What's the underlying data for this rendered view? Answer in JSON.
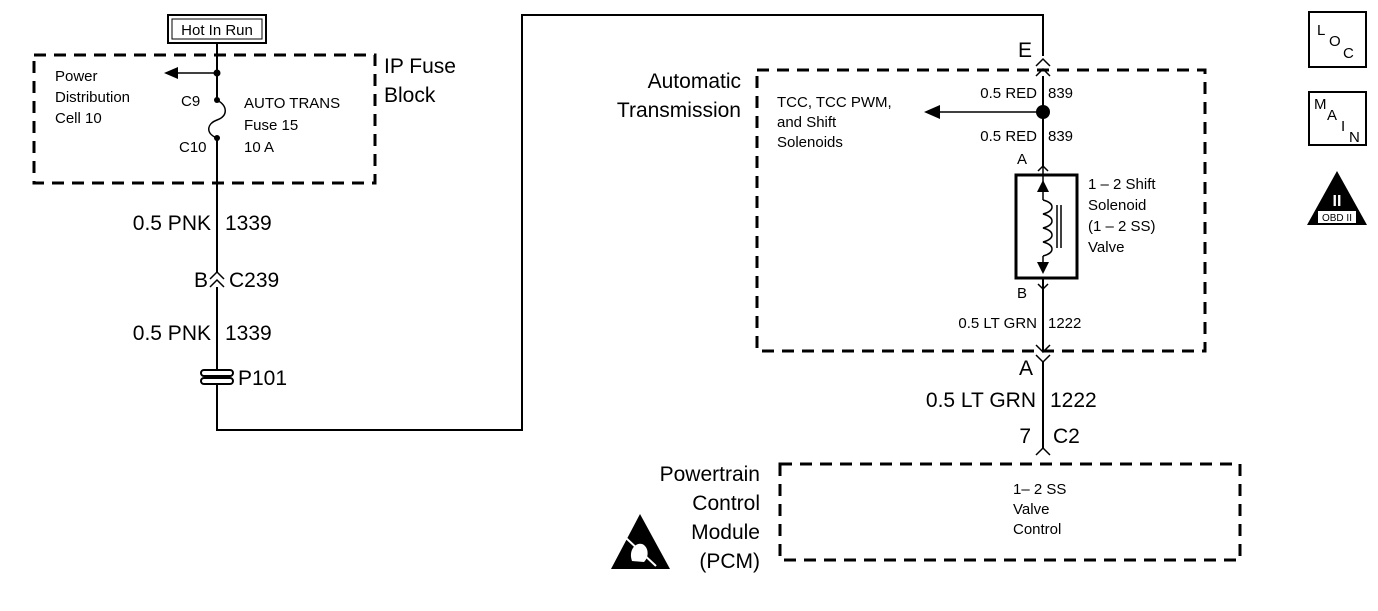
{
  "power_source": {
    "label": "Hot In Run"
  },
  "fuse_block": {
    "title_line1": "IP Fuse",
    "title_line2": "Block",
    "power_distribution": [
      "Power",
      "Distribution",
      "Cell 10"
    ],
    "pin_in": "C9",
    "pin_out": "C10",
    "fuse_label": [
      "AUTO TRANS",
      "Fuse 15",
      "10 A"
    ]
  },
  "left_circuit": {
    "wire1": {
      "gauge_color": "0.5 PNK",
      "circuit": "1339"
    },
    "connector": {
      "pin": "B",
      "id": "C239"
    },
    "wire2": {
      "gauge_color": "0.5 PNK",
      "circuit": "1339"
    },
    "passthrough": "P101"
  },
  "transmission": {
    "title_line1": "Automatic",
    "title_line2": "Transmission",
    "entry_pin": "E",
    "splice_feed": [
      "TCC, TCC PWM,",
      "and Shift",
      "Solenoids"
    ],
    "wire_in": {
      "gauge_color": "0.5 RED",
      "circuit": "839"
    },
    "wire_out": {
      "gauge_color": "0.5 RED",
      "circuit": "839"
    },
    "solenoid_pin_a": "A",
    "solenoid_label": [
      "1 – 2 Shift",
      "Solenoid",
      "(1 – 2 SS)",
      "Valve"
    ],
    "solenoid_pin_b": "B",
    "wire_return": {
      "gauge_color": "0.5 LT GRN",
      "circuit": "1222"
    },
    "exit_pin": "A"
  },
  "pcm_link": {
    "wire": {
      "gauge_color": "0.5 LT GRN",
      "circuit": "1222"
    },
    "pin": "7",
    "connector": "C2"
  },
  "pcm": {
    "title": [
      "Powertrain",
      "Control",
      "Module",
      "(PCM)"
    ],
    "function": [
      "1– 2 SS",
      "Valve",
      "Control"
    ]
  },
  "nav_icons": {
    "loc": {
      "l": "L",
      "o": "O",
      "c": "C"
    },
    "main": {
      "m": "M",
      "a": "A",
      "i": "I",
      "n": "N"
    },
    "obd": {
      "numeral": "II",
      "caption": "OBD II"
    }
  }
}
